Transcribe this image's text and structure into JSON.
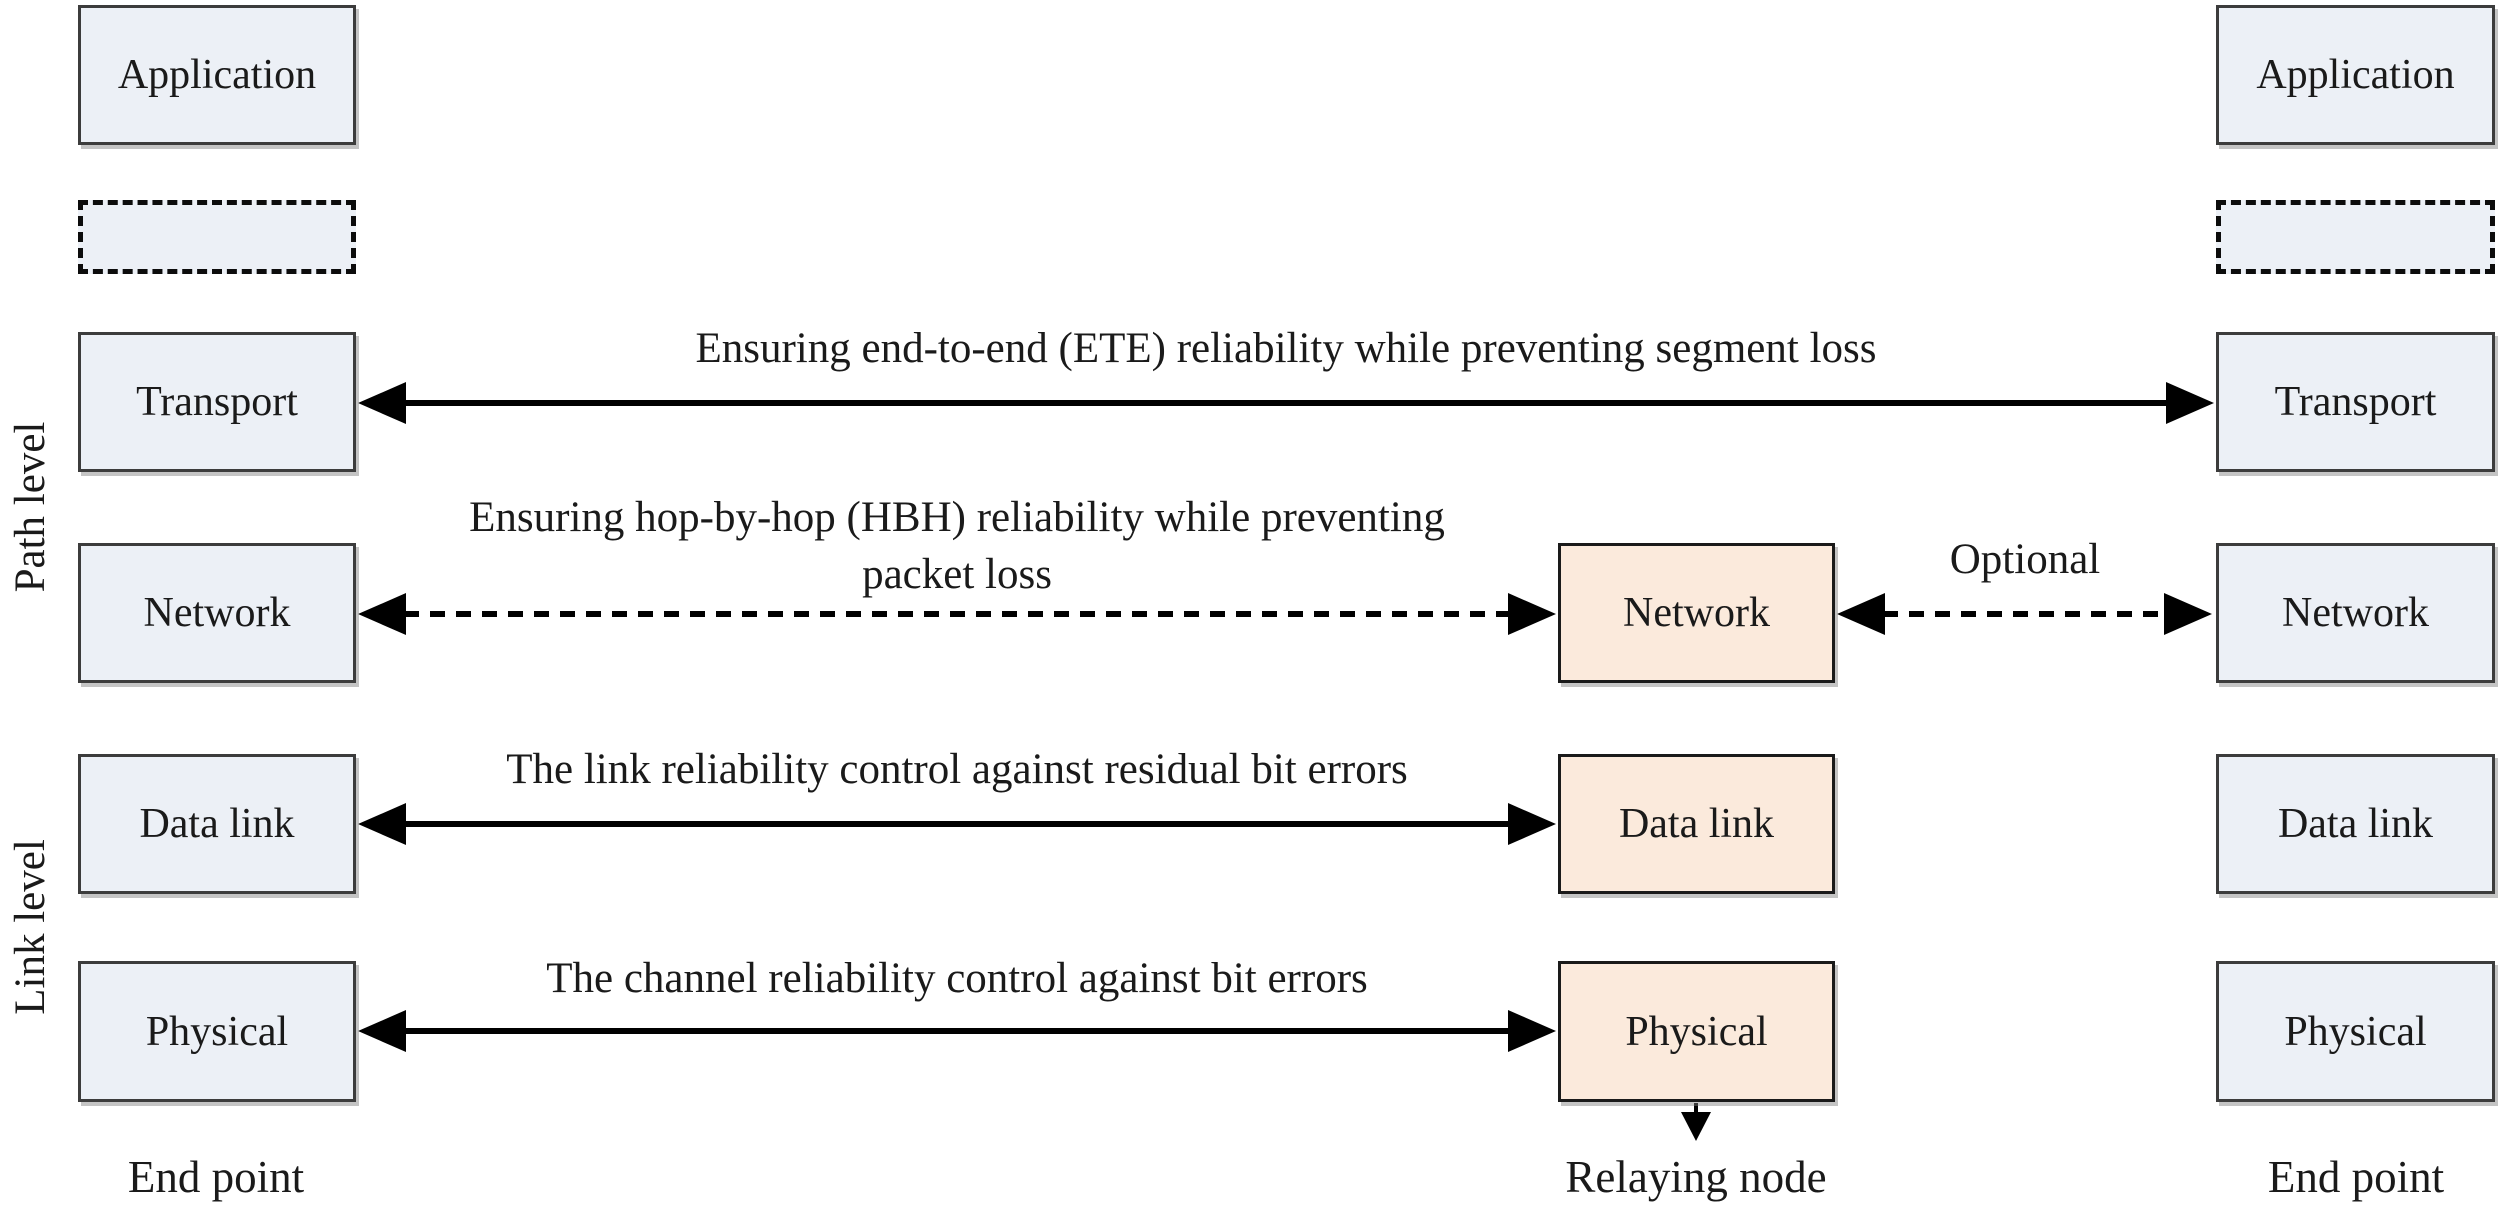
{
  "colors": {
    "background": "#FFFFFF",
    "endpoint_box_fill": "#ECF0F6",
    "relay_box_fill": "#FBEADC",
    "box_border": "#3C3C3C",
    "relay_box_border": "#1A1A1A",
    "arrow_color": "#000000",
    "text_color": "#1A1A1A"
  },
  "side_labels": {
    "path_level": "Path level",
    "link_level": "Link level"
  },
  "columns": {
    "left": {
      "caption": "End point",
      "boxes": [
        {
          "label": "Application"
        },
        {
          "label": ""
        },
        {
          "label": "Transport"
        },
        {
          "label": "Network"
        },
        {
          "label": "Data link"
        },
        {
          "label": "Physical"
        }
      ]
    },
    "middle": {
      "caption": "Relaying node",
      "boxes": [
        {
          "label": "Network"
        },
        {
          "label": "Data link"
        },
        {
          "label": "Physical"
        }
      ]
    },
    "right": {
      "caption": "End point",
      "boxes": [
        {
          "label": "Application"
        },
        {
          "label": ""
        },
        {
          "label": "Transport"
        },
        {
          "label": "Network"
        },
        {
          "label": "Data link"
        },
        {
          "label": "Physical"
        }
      ]
    }
  },
  "arrows": {
    "ete": {
      "label": "Ensuring end-to-end (ETE) reliability while preventing segment loss",
      "style": "solid",
      "from": "left Transport",
      "to": "right Transport"
    },
    "hbh": {
      "label_line1": "Ensuring hop-by-hop (HBH) reliability while preventing",
      "label_line2": "packet loss",
      "style": "dashed",
      "from": "left Network",
      "to": "relay Network"
    },
    "optional": {
      "label": "Optional",
      "style": "dashed",
      "from": "relay Network",
      "to": "right Network"
    },
    "link": {
      "label": "The link reliability control against residual bit errors",
      "style": "solid",
      "from": "left Data link",
      "to": "relay Data link"
    },
    "channel": {
      "label": "The channel reliability control against bit errors",
      "style": "solid",
      "from": "left Physical",
      "to": "relay Physical"
    },
    "relay_down": {
      "label": "",
      "style": "solid",
      "from": "relay Physical",
      "to": "below"
    }
  }
}
